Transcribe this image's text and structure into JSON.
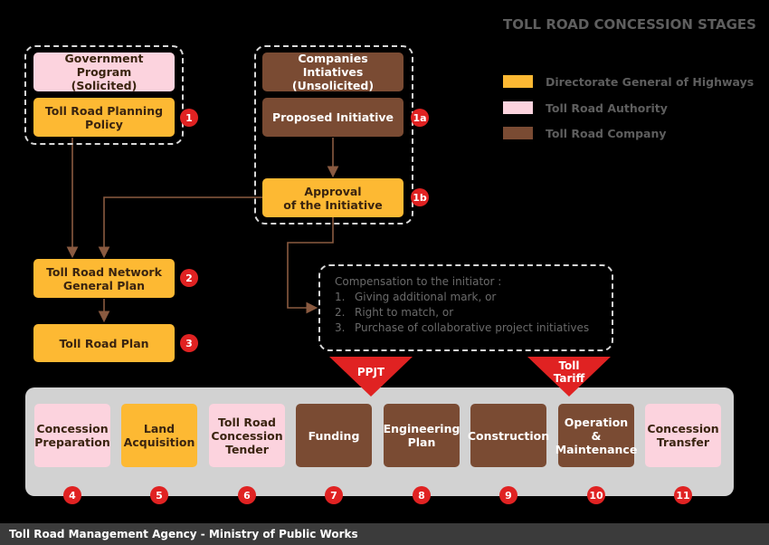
{
  "title": "TOLL ROAD CONCESSION STAGES",
  "legend": [
    {
      "label": "Directorate General of Highways",
      "color": "#fdb933"
    },
    {
      "label": "Toll Road Authority",
      "color": "#fcd3de"
    },
    {
      "label": "Toll Road Company",
      "color": "#7a4b33"
    }
  ],
  "top": {
    "gov_program": "Government Program\n(Solicited)",
    "planning_policy": "Toll Road Planning\nPolicy",
    "companies_initiatives": "Companies Intiatives\n(Unsolicited)",
    "proposed_initiative": "Proposed Initiative",
    "approval": "Approval\nof the Initiative",
    "network_plan": "Toll Road Network\nGeneral Plan",
    "toll_road_plan": "Toll Road Plan"
  },
  "badges": {
    "b1": "1",
    "b1a": "1a",
    "b1b": "1b",
    "b2": "2",
    "b3": "3",
    "b4": "4",
    "b5": "5",
    "b6": "6",
    "b7": "7",
    "b8": "8",
    "b9": "9",
    "b10": "10",
    "b11": "11"
  },
  "compensation": {
    "title": "Compensation to the initiator :",
    "items": [
      {
        "num": "1.",
        "text": "Giving additional mark, or"
      },
      {
        "num": "2.",
        "text": "Right to match, or"
      },
      {
        "num": "3.",
        "text": "Purchase of collaborative project initiatives"
      }
    ]
  },
  "markers": {
    "ppjt": "PPJT",
    "toll_tariff": "Toll\nTariff"
  },
  "stages": [
    {
      "label": "Concession\nPreparation",
      "role": "authority"
    },
    {
      "label": "Land\nAcquisition",
      "role": "directorate"
    },
    {
      "label": "Toll Road\nConcession\nTender",
      "role": "authority"
    },
    {
      "label": "Funding",
      "role": "company"
    },
    {
      "label": "Engineering\nPlan",
      "role": "company"
    },
    {
      "label": "Construction",
      "role": "company"
    },
    {
      "label": "Operation\n&\nMaintenance",
      "role": "company"
    },
    {
      "label": "Concession\nTransfer",
      "role": "authority"
    }
  ],
  "footer": "Toll Road Management Agency - Ministry of Public Works"
}
